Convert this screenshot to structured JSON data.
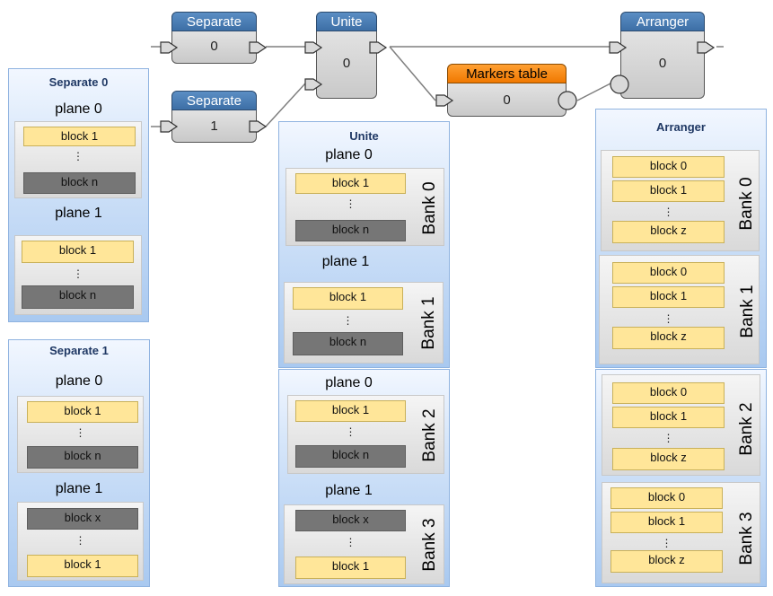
{
  "nodes": {
    "separate0": {
      "title": "Separate",
      "value": "0"
    },
    "separate1": {
      "title": "Separate",
      "value": "1"
    },
    "unite": {
      "title": "Unite",
      "value": "0"
    },
    "markers": {
      "title": "Markers table",
      "value": "0"
    },
    "arranger": {
      "title": "Arranger",
      "value": "0"
    }
  },
  "panels": {
    "separate0": {
      "title": "Separate 0",
      "planes": [
        {
          "label": "plane 0",
          "first": "block 1",
          "dots": "⋮",
          "last": "block n"
        },
        {
          "label": "plane 1",
          "first": "block 1",
          "dots": "⋮",
          "last": "block n"
        }
      ]
    },
    "separate1": {
      "title": "Separate 1",
      "planes": [
        {
          "label": "plane 0",
          "first": "block 1",
          "dots": "⋮",
          "last": "block n"
        },
        {
          "label": "plane 1",
          "first": "block x",
          "dots": "⋮",
          "last": "block 1"
        }
      ]
    },
    "unite": {
      "title": "Unite",
      "planes": [
        {
          "label": "plane 0",
          "first": "block 1",
          "dots": "⋮",
          "last": "block n",
          "bank": "Bank 0"
        },
        {
          "label": "plane 1",
          "first": "block 1",
          "dots": "⋮",
          "last": "block n",
          "bank": "Bank 1"
        },
        {
          "label": "plane 0",
          "first": "block 1",
          "dots": "⋮",
          "last": "block n",
          "bank": "Bank 2"
        },
        {
          "label": "plane 1",
          "first": "block x",
          "dots": "⋮",
          "last": "block 1",
          "bank": "Bank 3"
        }
      ]
    },
    "arranger": {
      "title": "Arranger",
      "banks": [
        {
          "b0": "block 0",
          "b1": "block 1",
          "dots": "⋮",
          "bz": "block z",
          "bank": "Bank 0"
        },
        {
          "b0": "block 0",
          "b1": "block 1",
          "dots": "⋮",
          "bz": "block z",
          "bank": "Bank 1"
        },
        {
          "b0": "block 0",
          "b1": "block 1",
          "dots": "⋮",
          "bz": "block z",
          "bank": "Bank 2"
        },
        {
          "b0": "block 0",
          "b1": "block 1",
          "dots": "⋮",
          "bz": "block z",
          "bank": "Bank 3"
        }
      ]
    }
  },
  "colors": {
    "node_header": "#3d6fa6",
    "markers_header": "#f07800",
    "block_yellow": "#ffe699",
    "block_gray": "#767676",
    "panel_blue": "#a9c9f0"
  }
}
